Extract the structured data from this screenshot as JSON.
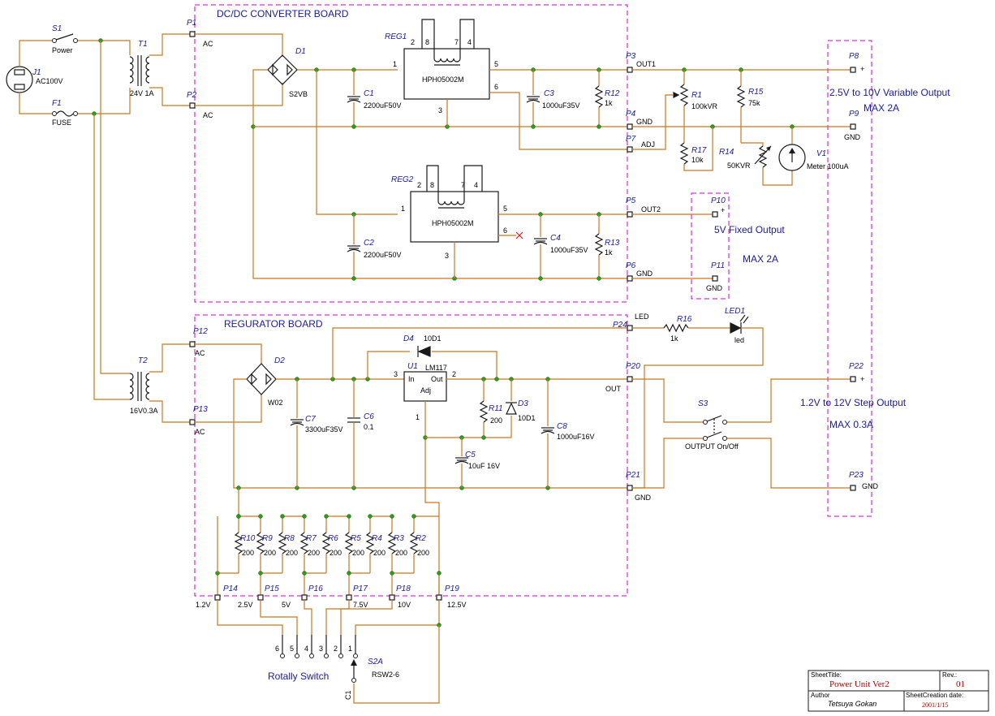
{
  "boards": {
    "dcdc": "DC/DC CONVERTER BOARD",
    "reg": "REGURATOR BOARD"
  },
  "outputs": {
    "var": "2.5V to 10V Variable Output",
    "var_max": "MAX 2A",
    "fixed": "5V Fixed Output",
    "fixed_max": "MAX 2A",
    "step": "1.2V to 12V Step Output",
    "step_max": "MAX 0.3A"
  },
  "parts": {
    "J1": {
      "ref": "J1",
      "val": "AC100V"
    },
    "S1": {
      "ref": "S1",
      "val": "Power"
    },
    "F1": {
      "ref": "F1",
      "val": "FUSE"
    },
    "T1": {
      "ref": "T1",
      "val": "24V 1A"
    },
    "T2": {
      "ref": "T2",
      "val": "16V0.3A"
    },
    "D1": {
      "ref": "D1",
      "val": "S2VB"
    },
    "D2": {
      "ref": "D2",
      "val": "W02"
    },
    "REG1": {
      "ref": "REG1",
      "val": "HPH05002M"
    },
    "REG2": {
      "ref": "REG2",
      "val": "HPH05002M"
    },
    "C1": {
      "ref": "C1",
      "val": "2200uF50V"
    },
    "C2": {
      "ref": "C2",
      "val": "2200uF50V"
    },
    "C3": {
      "ref": "C3",
      "val": "1000uF35V"
    },
    "C4": {
      "ref": "C4",
      "val": "1000uF35V"
    },
    "C5": {
      "ref": "C5",
      "val": "10uF 16V"
    },
    "C6": {
      "ref": "C6",
      "val": "0.1"
    },
    "C7": {
      "ref": "C7",
      "val": "3300uF35V"
    },
    "C8": {
      "ref": "C8",
      "val": "1000uF16V"
    },
    "R1": {
      "ref": "R1",
      "val": "100kVR"
    },
    "R12": {
      "ref": "R12",
      "val": "1k"
    },
    "R13": {
      "ref": "R13",
      "val": "1k"
    },
    "R14": {
      "ref": "R14",
      "val": "50KVR"
    },
    "R15": {
      "ref": "R15",
      "val": "75k"
    },
    "R16": {
      "ref": "R16",
      "val": "1k"
    },
    "R17": {
      "ref": "R17",
      "val": "10k"
    },
    "R11": {
      "ref": "R11",
      "val": "200"
    },
    "D3": {
      "ref": "D3",
      "val": "10D1"
    },
    "D4": {
      "ref": "D4",
      "val": "10D1"
    },
    "U1": {
      "ref": "U1",
      "val": "LM117",
      "in": "In",
      "out": "Out",
      "adj": "Adj"
    },
    "V1": {
      "ref": "V1",
      "val": "Meter 100uA"
    },
    "LED1": {
      "ref": "LED1",
      "val": "led"
    },
    "S3": {
      "ref": "S3",
      "val": "OUTPUT On/Off"
    },
    "S2A": {
      "ref": "S2A",
      "val": "RSW2-6",
      "common": "C1"
    }
  },
  "ladder": {
    "refs": [
      "R10",
      "R9",
      "R8",
      "R7",
      "R6",
      "R5",
      "R4",
      "R3",
      "R2"
    ],
    "val": "200"
  },
  "reg_pins": {
    "p1": "1",
    "p2": "2",
    "p3": "3",
    "p4": "4",
    "p5": "5",
    "p6": "6",
    "p7": "7",
    "p8": "8"
  },
  "u1_pins": {
    "p1": "1",
    "p2": "2",
    "p3": "3"
  },
  "connectors": {
    "P1": {
      "ref": "P1",
      "label": "AC"
    },
    "P2": {
      "ref": "P2",
      "label": "AC"
    },
    "P3": {
      "ref": "P3",
      "label": "OUT1"
    },
    "P4": {
      "ref": "P4",
      "label": "GND"
    },
    "P7": {
      "ref": "P7",
      "label": "ADJ"
    },
    "P5": {
      "ref": "P5",
      "label": "OUT2"
    },
    "P6": {
      "ref": "P6",
      "label": "GND"
    },
    "P8": {
      "ref": "P8",
      "label": "+"
    },
    "P9": {
      "ref": "P9",
      "label": "GND"
    },
    "P10": {
      "ref": "P10",
      "label": "+"
    },
    "P11": {
      "ref": "P11",
      "label": "GND"
    },
    "P12": {
      "ref": "P12",
      "label": "AC"
    },
    "P13": {
      "ref": "P13",
      "label": "AC"
    },
    "P24": {
      "ref": "P24",
      "label": "LED"
    },
    "P20": {
      "ref": "P20",
      "label": "OUT"
    },
    "P21": {
      "ref": "P21",
      "label": "GND"
    },
    "P22": {
      "ref": "P22",
      "label": "+"
    },
    "P23": {
      "ref": "P23",
      "label": "GND"
    },
    "P14": {
      "ref": "P14",
      "label": "1.2V"
    },
    "P15": {
      "ref": "P15",
      "label": "2.5V"
    },
    "P16": {
      "ref": "P16",
      "label": "5V"
    },
    "P17": {
      "ref": "P17",
      "label": "7.5V"
    },
    "P18": {
      "ref": "P18",
      "label": "10V"
    },
    "P19": {
      "ref": "P19",
      "label": "12.5V"
    }
  },
  "switch": {
    "label": "Rotally Switch",
    "positions": [
      "6",
      "5",
      "4",
      "3",
      "2",
      "1"
    ]
  },
  "title_block": {
    "sheet_title_label": "SheetTitle:",
    "sheet_title": "Power Unit Ver2",
    "rev_label": "Rev.:",
    "rev": "01",
    "author_label": "Author",
    "author": "Tetsuya  Gokan",
    "date_label": "SheetCreation date:",
    "date": "2001/1/15"
  },
  "colors": {
    "wire": "#c8781e",
    "symbol": "#1a1a1a",
    "board_border": "#cc00cc",
    "junction": "#2e9b1e",
    "reference": "#1a1aa0"
  }
}
